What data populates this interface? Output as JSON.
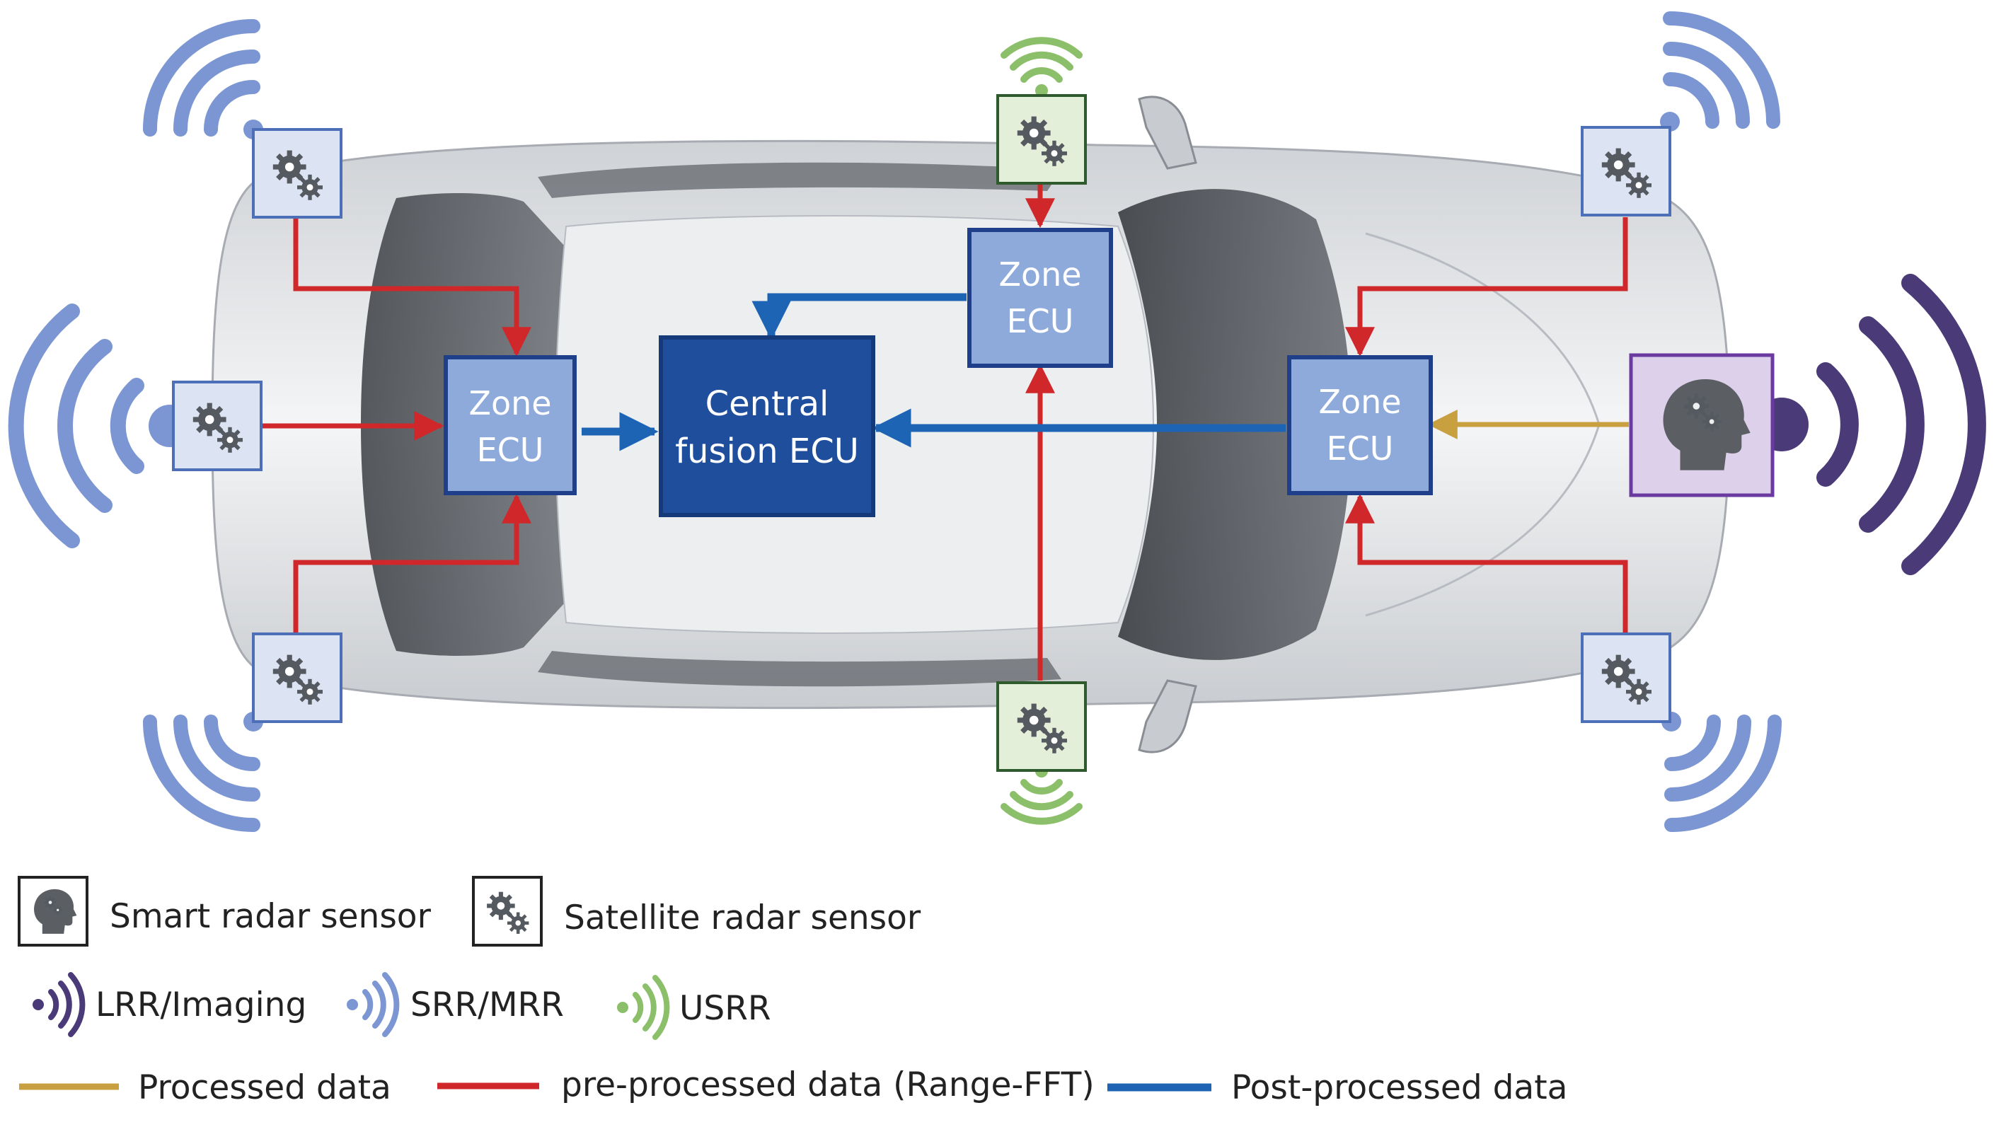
{
  "ecus": {
    "zone_left": [
      "Zone",
      "ECU"
    ],
    "zone_top": [
      "Zone",
      "ECU"
    ],
    "zone_right": [
      "Zone",
      "ECU"
    ],
    "central": [
      "Central",
      "fusion ECU"
    ]
  },
  "legend": {
    "smart_radar": "Smart radar sensor",
    "satellite_radar": "Satellite radar sensor",
    "lrr": "LRR/Imaging",
    "srr": "SRR/MRR",
    "usrr": "USRR",
    "processed": "Processed data",
    "preprocessed": "pre-processed data (Range-FFT)",
    "postprocessed": "Post-processed data"
  },
  "colors": {
    "lrr": "#4a3a78",
    "srr": "#7b96d2",
    "usrr": "#8cbf6a",
    "processed": "#c8a040",
    "preprocessed": "#d0282a",
    "postprocessed": "#1e64b4",
    "zone_ecu_fill": "#8eaadb",
    "zone_ecu_border": "#1f3f8a",
    "central_fill": "#1f4e9c",
    "central_border": "#143a7a"
  },
  "icons": [
    "gears-icon",
    "brain-head-icon",
    "radar-wave-icon"
  ]
}
